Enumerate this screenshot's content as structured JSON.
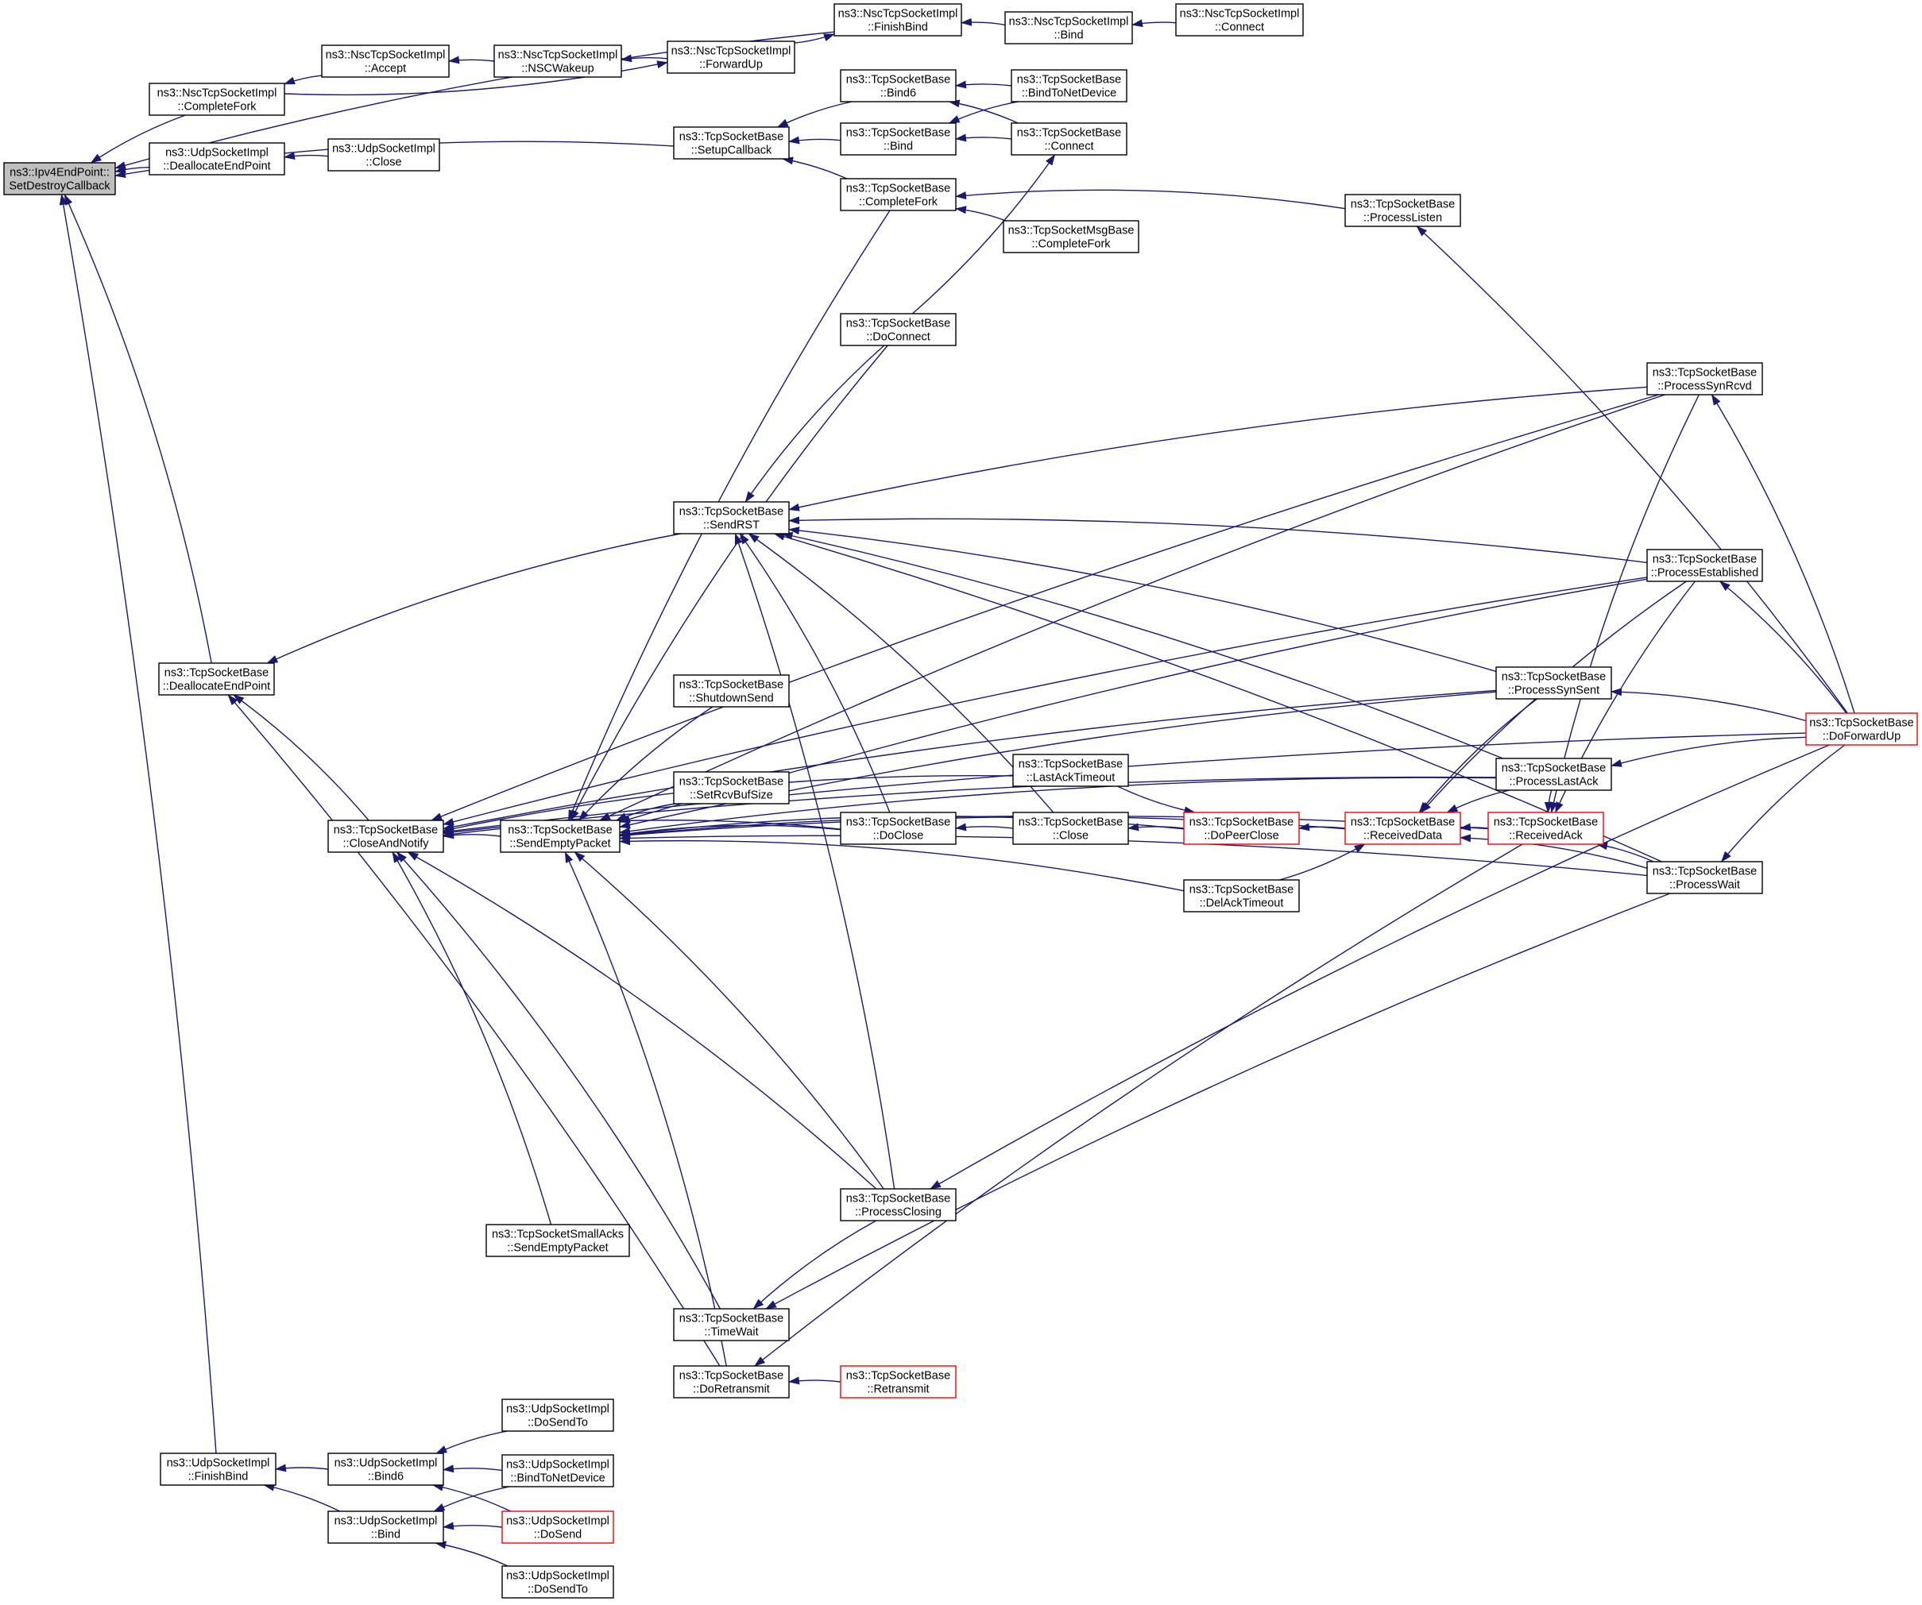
{
  "colors": {
    "edge": "#191970",
    "border_normal": "#000000",
    "border_truncated": "#ff0000",
    "fill_normal": "#ffffff",
    "fill_root": "#bfbfbf"
  },
  "nodes": [
    {
      "id": "root",
      "label": [
        "ns3::Ipv4EndPoint::",
        "SetDestroyCallback"
      ],
      "style": "root"
    },
    {
      "id": "nsc_finishbind",
      "label": [
        "ns3::NscTcpSocketImpl",
        "::FinishBind"
      ],
      "style": "normal"
    },
    {
      "id": "nsc_bind",
      "label": [
        "ns3::NscTcpSocketImpl",
        "::Bind"
      ],
      "style": "normal"
    },
    {
      "id": "nsc_connect",
      "label": [
        "ns3::NscTcpSocketImpl",
        "::Connect"
      ],
      "style": "normal"
    },
    {
      "id": "nsc_accept",
      "label": [
        "ns3::NscTcpSocketImpl",
        "::Accept"
      ],
      "style": "normal"
    },
    {
      "id": "nsc_wakeup",
      "label": [
        "ns3::NscTcpSocketImpl",
        "::NSCWakeup"
      ],
      "style": "normal"
    },
    {
      "id": "nsc_forwardup",
      "label": [
        "ns3::NscTcpSocketImpl",
        "::ForwardUp"
      ],
      "style": "normal"
    },
    {
      "id": "nsc_completefork",
      "label": [
        "ns3::NscTcpSocketImpl",
        "::CompleteFork"
      ],
      "style": "normal"
    },
    {
      "id": "udp_dealloc",
      "label": [
        "ns3::UdpSocketImpl",
        "::DeallocateEndPoint"
      ],
      "style": "normal"
    },
    {
      "id": "udp_close",
      "label": [
        "ns3::UdpSocketImpl",
        "::Close"
      ],
      "style": "normal"
    },
    {
      "id": "tcp_setupcallback",
      "label": [
        "ns3::TcpSocketBase",
        "::SetupCallback"
      ],
      "style": "normal"
    },
    {
      "id": "tcp_bind6",
      "label": [
        "ns3::TcpSocketBase",
        "::Bind6"
      ],
      "style": "normal"
    },
    {
      "id": "tcp_bindtonetdevice",
      "label": [
        "ns3::TcpSocketBase",
        "::BindToNetDevice"
      ],
      "style": "normal"
    },
    {
      "id": "tcp_bind",
      "label": [
        "ns3::TcpSocketBase",
        "::Bind"
      ],
      "style": "normal"
    },
    {
      "id": "tcp_connect",
      "label": [
        "ns3::TcpSocketBase",
        "::Connect"
      ],
      "style": "normal"
    },
    {
      "id": "tcp_completefork",
      "label": [
        "ns3::TcpSocketBase",
        "::CompleteFork"
      ],
      "style": "normal"
    },
    {
      "id": "tcp_processlisten",
      "label": [
        "ns3::TcpSocketBase",
        "::ProcessListen"
      ],
      "style": "normal"
    },
    {
      "id": "tcpmsg_completefork",
      "label": [
        "ns3::TcpSocketMsgBase",
        "::CompleteFork"
      ],
      "style": "normal"
    },
    {
      "id": "tcp_doconnect",
      "label": [
        "ns3::TcpSocketBase",
        "::DoConnect"
      ],
      "style": "normal"
    },
    {
      "id": "tcp_processsynrcvd",
      "label": [
        "ns3::TcpSocketBase",
        "::ProcessSynRcvd"
      ],
      "style": "normal"
    },
    {
      "id": "tcp_sendrst",
      "label": [
        "ns3::TcpSocketBase",
        "::SendRST"
      ],
      "style": "normal"
    },
    {
      "id": "tcp_processestablished",
      "label": [
        "ns3::TcpSocketBase",
        "::ProcessEstablished"
      ],
      "style": "normal"
    },
    {
      "id": "tcp_deallocateendpoint",
      "label": [
        "ns3::TcpSocketBase",
        "::DeallocateEndPoint"
      ],
      "style": "normal"
    },
    {
      "id": "tcp_shutdownsend",
      "label": [
        "ns3::TcpSocketBase",
        "::ShutdownSend"
      ],
      "style": "normal"
    },
    {
      "id": "tcp_processsynsent",
      "label": [
        "ns3::TcpSocketBase",
        "::ProcessSynSent"
      ],
      "style": "normal"
    },
    {
      "id": "tcp_doforwardup",
      "label": [
        "ns3::TcpSocketBase",
        "::DoForwardUp"
      ],
      "style": "truncated"
    },
    {
      "id": "tcp_lastacktimeout",
      "label": [
        "ns3::TcpSocketBase",
        "::LastAckTimeout"
      ],
      "style": "normal"
    },
    {
      "id": "tcp_processlastack",
      "label": [
        "ns3::TcpSocketBase",
        "::ProcessLastAck"
      ],
      "style": "normal"
    },
    {
      "id": "tcp_setrcvbufsize",
      "label": [
        "ns3::TcpSocketBase",
        "::SetRcvBufSize"
      ],
      "style": "normal"
    },
    {
      "id": "tcp_closeandnotify",
      "label": [
        "ns3::TcpSocketBase",
        "::CloseAndNotify"
      ],
      "style": "normal"
    },
    {
      "id": "tcp_sendemptypacket",
      "label": [
        "ns3::TcpSocketBase",
        "::SendEmptyPacket"
      ],
      "style": "normal"
    },
    {
      "id": "tcp_doclose",
      "label": [
        "ns3::TcpSocketBase",
        "::DoClose"
      ],
      "style": "normal"
    },
    {
      "id": "tcp_close",
      "label": [
        "ns3::TcpSocketBase",
        "::Close"
      ],
      "style": "normal"
    },
    {
      "id": "tcp_dopeerclose",
      "label": [
        "ns3::TcpSocketBase",
        "::DoPeerClose"
      ],
      "style": "truncated"
    },
    {
      "id": "tcp_receiveddata",
      "label": [
        "ns3::TcpSocketBase",
        "::ReceivedData"
      ],
      "style": "truncated"
    },
    {
      "id": "tcp_receivedack",
      "label": [
        "ns3::TcpSocketBase",
        "::ReceivedAck"
      ],
      "style": "truncated"
    },
    {
      "id": "tcp_processwait",
      "label": [
        "ns3::TcpSocketBase",
        "::ProcessWait"
      ],
      "style": "normal"
    },
    {
      "id": "tcp_delacktimeout",
      "label": [
        "ns3::TcpSocketBase",
        "::DelAckTimeout"
      ],
      "style": "normal"
    },
    {
      "id": "tcp_processclosing",
      "label": [
        "ns3::TcpSocketBase",
        "::ProcessClosing"
      ],
      "style": "normal"
    },
    {
      "id": "tcpsmall_sendemptypacket",
      "label": [
        "ns3::TcpSocketSmallAcks",
        "::SendEmptyPacket"
      ],
      "style": "normal"
    },
    {
      "id": "tcp_timewait",
      "label": [
        "ns3::TcpSocketBase",
        "::TimeWait"
      ],
      "style": "normal"
    },
    {
      "id": "tcp_doretransmit",
      "label": [
        "ns3::TcpSocketBase",
        "::DoRetransmit"
      ],
      "style": "normal"
    },
    {
      "id": "tcp_retransmit",
      "label": [
        "ns3::TcpSocketBase",
        "::Retransmit"
      ],
      "style": "truncated"
    },
    {
      "id": "udp_finishbind",
      "label": [
        "ns3::UdpSocketImpl",
        "::FinishBind"
      ],
      "style": "normal"
    },
    {
      "id": "udp_bind6",
      "label": [
        "ns3::UdpSocketImpl",
        "::Bind6"
      ],
      "style": "normal"
    },
    {
      "id": "udp_bind",
      "label": [
        "ns3::UdpSocketImpl",
        "::Bind"
      ],
      "style": "normal"
    },
    {
      "id": "udp_dosendto_a",
      "label": [
        "ns3::UdpSocketImpl",
        "::DoSendTo"
      ],
      "style": "normal"
    },
    {
      "id": "udp_bindtonetdevice",
      "label": [
        "ns3::UdpSocketImpl",
        "::BindToNetDevice"
      ],
      "style": "normal"
    },
    {
      "id": "udp_dosend",
      "label": [
        "ns3::UdpSocketImpl",
        "::DoSend"
      ],
      "style": "truncated"
    },
    {
      "id": "udp_dosendto_b",
      "label": [
        "ns3::UdpSocketImpl",
        "::DoSendTo"
      ],
      "style": "normal"
    }
  ],
  "edges": [
    [
      "nsc_finishbind",
      "root"
    ],
    [
      "nsc_completefork",
      "root"
    ],
    [
      "udp_dealloc",
      "root"
    ],
    [
      "tcp_setupcallback",
      "root"
    ],
    [
      "tcp_deallocateendpoint",
      "root"
    ],
    [
      "udp_finishbind",
      "root"
    ],
    [
      "nsc_bind",
      "nsc_finishbind"
    ],
    [
      "nsc_connect",
      "nsc_bind"
    ],
    [
      "nsc_forwardup",
      "nsc_finishbind"
    ],
    [
      "nsc_accept",
      "nsc_completefork"
    ],
    [
      "nsc_wakeup",
      "nsc_accept"
    ],
    [
      "nsc_forwardup",
      "nsc_wakeup"
    ],
    [
      "nsc_completefork",
      "nsc_forwardup"
    ],
    [
      "udp_close",
      "udp_dealloc"
    ],
    [
      "tcp_bind6",
      "tcp_setupcallback"
    ],
    [
      "tcp_bind",
      "tcp_setupcallback"
    ],
    [
      "tcp_completefork",
      "tcp_setupcallback"
    ],
    [
      "tcp_bindtonetdevice",
      "tcp_bind6"
    ],
    [
      "tcp_connect",
      "tcp_bind6"
    ],
    [
      "tcp_bindtonetdevice",
      "tcp_bind"
    ],
    [
      "tcp_connect",
      "tcp_bind"
    ],
    [
      "tcp_processlisten",
      "tcp_completefork"
    ],
    [
      "tcpmsg_completefork",
      "tcp_completefork"
    ],
    [
      "tcp_doforwardup",
      "tcp_processlisten"
    ],
    [
      "tcp_doconnect",
      "tcp_connect"
    ],
    [
      "tcp_sendrst",
      "tcp_deallocateendpoint"
    ],
    [
      "tcp_closeandnotify",
      "tcp_deallocateendpoint"
    ],
    [
      "tcp_doretransmit",
      "tcp_deallocateendpoint"
    ],
    [
      "tcp_doconnect",
      "tcp_sendrst"
    ],
    [
      "tcp_processsynrcvd",
      "tcp_sendrst"
    ],
    [
      "tcp_processestablished",
      "tcp_sendrst"
    ],
    [
      "tcp_processsynsent",
      "tcp_sendrst"
    ],
    [
      "tcp_processlastack",
      "tcp_sendrst"
    ],
    [
      "tcp_processwait",
      "tcp_sendrst"
    ],
    [
      "tcp_processclosing",
      "tcp_sendrst"
    ],
    [
      "tcp_close",
      "tcp_sendrst"
    ],
    [
      "tcp_doclose",
      "tcp_sendrst"
    ],
    [
      "tcp_sendemptypacket",
      "tcp_closeandnotify"
    ],
    [
      "tcp_processsynrcvd",
      "tcp_closeandnotify"
    ],
    [
      "tcp_processestablished",
      "tcp_closeandnotify"
    ],
    [
      "tcp_processsynsent",
      "tcp_closeandnotify"
    ],
    [
      "tcp_lastacktimeout",
      "tcp_closeandnotify"
    ],
    [
      "tcp_doclose",
      "tcp_closeandnotify"
    ],
    [
      "tcp_processlastack",
      "tcp_closeandnotify"
    ],
    [
      "tcp_doforwardup",
      "tcp_closeandnotify"
    ],
    [
      "tcp_processclosing",
      "tcp_closeandnotify"
    ],
    [
      "tcpsmall_sendemptypacket",
      "tcp_closeandnotify"
    ],
    [
      "tcp_timewait",
      "tcp_closeandnotify"
    ],
    [
      "tcp_completefork",
      "tcp_sendemptypacket"
    ],
    [
      "tcp_doconnect",
      "tcp_sendemptypacket"
    ],
    [
      "tcp_processsynrcvd",
      "tcp_sendemptypacket"
    ],
    [
      "tcp_processestablished",
      "tcp_sendemptypacket"
    ],
    [
      "tcp_processsynsent",
      "tcp_sendemptypacket"
    ],
    [
      "tcp_shutdownsend",
      "tcp_sendemptypacket"
    ],
    [
      "tcp_setrcvbufsize",
      "tcp_sendemptypacket"
    ],
    [
      "tcp_doclose",
      "tcp_sendemptypacket"
    ],
    [
      "tcp_dopeerclose",
      "tcp_sendemptypacket"
    ],
    [
      "tcp_delacktimeout",
      "tcp_sendemptypacket"
    ],
    [
      "tcp_receiveddata",
      "tcp_sendemptypacket"
    ],
    [
      "tcp_processlastack",
      "tcp_sendemptypacket"
    ],
    [
      "tcp_processwait",
      "tcp_sendemptypacket"
    ],
    [
      "tcp_receivedack",
      "tcp_sendemptypacket"
    ],
    [
      "tcp_processclosing",
      "tcp_sendemptypacket"
    ],
    [
      "tcp_doretransmit",
      "tcp_sendemptypacket"
    ],
    [
      "tcp_close",
      "tcp_doclose"
    ],
    [
      "tcp_dopeerclose",
      "tcp_close"
    ],
    [
      "tcp_lastacktimeout",
      "tcp_dopeerclose"
    ],
    [
      "tcp_receiveddata",
      "tcp_dopeerclose"
    ],
    [
      "tcp_delacktimeout",
      "tcp_receiveddata"
    ],
    [
      "tcp_processsynsent",
      "tcp_receiveddata"
    ],
    [
      "tcp_processestablished",
      "tcp_receiveddata"
    ],
    [
      "tcp_processlastack",
      "tcp_receiveddata"
    ],
    [
      "tcp_receivedack",
      "tcp_receiveddata"
    ],
    [
      "tcp_processwait",
      "tcp_receiveddata"
    ],
    [
      "tcp_processsynrcvd",
      "tcp_receivedack"
    ],
    [
      "tcp_processestablished",
      "tcp_receivedack"
    ],
    [
      "tcp_processwait",
      "tcp_receivedack"
    ],
    [
      "tcp_processlastack",
      "tcp_receivedack"
    ],
    [
      "tcp_doforwardup",
      "tcp_processsynrcvd"
    ],
    [
      "tcp_doforwardup",
      "tcp_processestablished"
    ],
    [
      "tcp_doforwardup",
      "tcp_processsynsent"
    ],
    [
      "tcp_doforwardup",
      "tcp_processlastack"
    ],
    [
      "tcp_doforwardup",
      "tcp_processwait"
    ],
    [
      "tcp_doforwardup",
      "tcp_processclosing"
    ],
    [
      "tcp_processwait",
      "tcp_timewait"
    ],
    [
      "tcp_processclosing",
      "tcp_timewait"
    ],
    [
      "tcp_retransmit",
      "tcp_doretransmit"
    ],
    [
      "tcp_receivedack",
      "tcp_doretransmit"
    ],
    [
      "udp_bind6",
      "udp_finishbind"
    ],
    [
      "udp_bind",
      "udp_finishbind"
    ],
    [
      "udp_dosendto_a",
      "udp_bind6"
    ],
    [
      "udp_bindtonetdevice",
      "udp_bind6"
    ],
    [
      "udp_dosend",
      "udp_bind6"
    ],
    [
      "udp_bindtonetdevice",
      "udp_bind"
    ],
    [
      "udp_dosend",
      "udp_bind"
    ],
    [
      "udp_dosendto_b",
      "udp_bind"
    ]
  ]
}
